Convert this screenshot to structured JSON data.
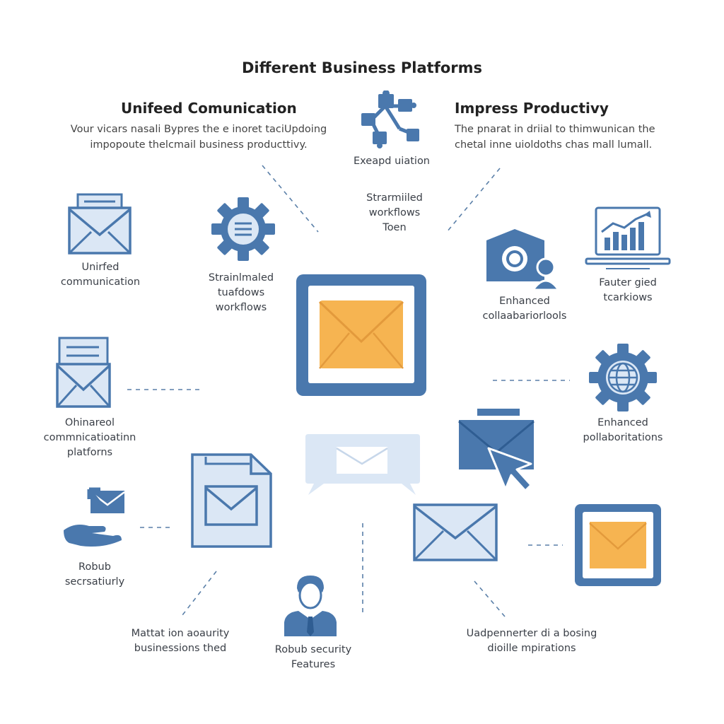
{
  "title": "Different Business Platforms",
  "colors": {
    "primary": "#4a78ad",
    "light": "#dbe7f5",
    "accent": "#f6b451",
    "accent_dark": "#e3a048",
    "line": "#5a7fa8"
  },
  "left_section": {
    "heading": "Unifeed Comunication",
    "desc_line1": "Vour vicars nasali Bypres the e inoret taciUpdoing",
    "desc_line2": "impopoute thelcmail business producttivy."
  },
  "right_section": {
    "heading": "Impress Productivy",
    "desc_line1": "The pnarat in driial to thimwunican the",
    "desc_line2": "chetal inne uioldoths chas mall lumall."
  },
  "top_center": {
    "puzzle_label": "Exeapd uiation",
    "streamlined": [
      "Strarmiiled",
      "workflows",
      "Toen"
    ]
  },
  "labels": {
    "unified": [
      "Unirfed",
      "communication"
    ],
    "streamlined_gear": [
      "Strainlmaled",
      "tuafdows",
      "workflows"
    ],
    "enhanced_collab": [
      "Enhanced",
      "collaabariorlools"
    ],
    "faster": [
      "Fauter gied",
      "tcarkiows"
    ],
    "omni": [
      "Ohinareol",
      "commnicatioatinn",
      "platforns"
    ],
    "enhanced_pollab": [
      "Enhanced",
      "pollaboritations"
    ],
    "robust_left": [
      "Robub",
      "secrsatiurly"
    ],
    "mattation": [
      "Mattat ion aoaurity",
      "businessions thed"
    ],
    "robust_bottom": [
      "Robub security",
      "Features"
    ],
    "uadpenner": [
      "Uadpennerter di a bosing",
      "dioille mpirations"
    ]
  },
  "icons": [
    "letter-tray-icon",
    "gear-list-icon",
    "puzzle-network-icon",
    "monitor-chart-icon",
    "mail-user-icon",
    "envelope-frame-icon",
    "gear-globe-icon",
    "document-tray-icon",
    "chat-envelope-icon",
    "envelope-cursor-icon",
    "hand-envelope-icon",
    "document-envelope-icon",
    "envelope-icon",
    "businessman-icon",
    "envelope-frame-small-icon"
  ]
}
